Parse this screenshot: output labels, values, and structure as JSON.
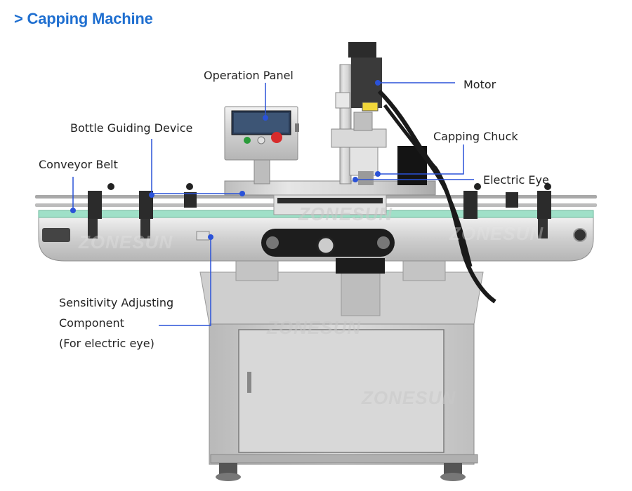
{
  "header": {
    "title": "> Capping Machine"
  },
  "labels": {
    "operation_panel": "Operation Panel",
    "motor": "Motor",
    "bottle_guiding": "Bottle Guiding Device",
    "capping_chuck": "Capping Chuck",
    "conveyor_belt": "Conveyor Belt",
    "electric_eye": "Electric Eye",
    "sensitivity_line1": "Sensitivity Adjusting",
    "sensitivity_line2": "Component",
    "sensitivity_line3": "(For electric eye)"
  },
  "watermark": {
    "brand": "ZONESUN"
  },
  "colors": {
    "accent": "#1f6fd0",
    "callout": "#2a52d8",
    "steel": "#c9c9c9",
    "belt": "#9fe0c8"
  }
}
